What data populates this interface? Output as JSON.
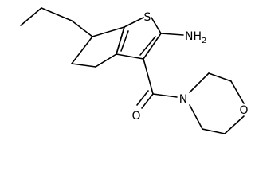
{
  "molecule": {
    "atoms": {
      "sulfur": "S",
      "amino": {
        "main": "NH",
        "subscript": "2"
      },
      "carbonyl_oxygen": "O",
      "amide_nitrogen": "N",
      "ring_oxygen": "O"
    },
    "colors": {
      "bond": "#000000",
      "label": "#000000",
      "background": "#ffffff"
    }
  }
}
